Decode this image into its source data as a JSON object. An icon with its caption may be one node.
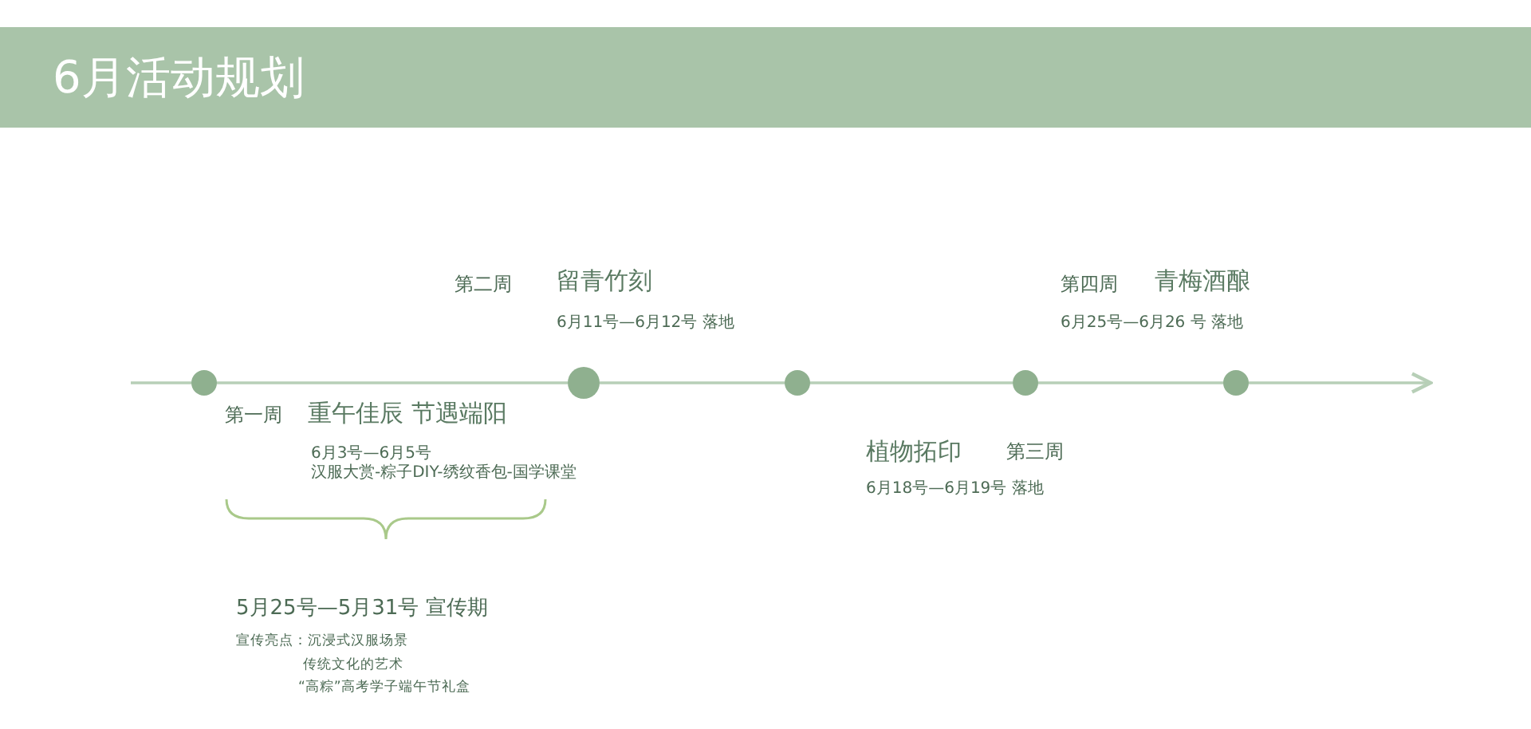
{
  "diagram": {
    "title": "6月活动规划",
    "nodes": [
      {
        "text": [],
        "shape": "circle"
      },
      {
        "text": [],
        "shape": "circle"
      },
      {
        "text": [],
        "shape": "circle"
      },
      {
        "text": [],
        "shape": "circle"
      },
      {
        "text": [],
        "shape": "circle"
      }
    ],
    "edges": [
      {
        "from": null,
        "to": 0,
        "arrow": "none"
      },
      {
        "from": 0,
        "to": 1,
        "arrow": "none"
      },
      {
        "from": 1,
        "to": 2,
        "arrow": "none"
      },
      {
        "from": 2,
        "to": 3,
        "arrow": "none"
      },
      {
        "from": 3,
        "to": 4,
        "arrow": "none"
      },
      {
        "from": 4,
        "to": null,
        "arrow": "to"
      }
    ],
    "labels": [
      "第二周",
      "留青竹刻",
      "6月11号—6月12号 落地",
      "第四周",
      "青梅酒酿",
      "6月25号—6月26 号 落地",
      "第一周",
      "重午佳辰 节遇端阳",
      "6月3号—6月5号",
      "汉服大赏-粽子DIY-绣纹香包-国学课堂",
      "植物拓印",
      "第三周",
      "6月18号—6月19号 落地",
      "5月25号—5月31号 宣传期",
      "宣传亮点：沉浸式汉服场景",
      "传统文化的艺术",
      "“高粽”高考学子端午节礼盒"
    ]
  }
}
